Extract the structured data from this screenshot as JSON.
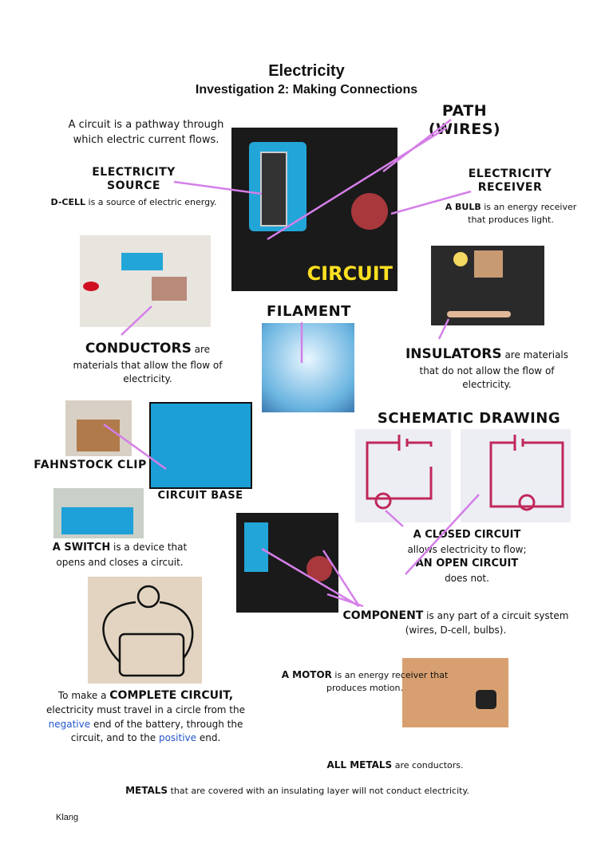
{
  "title": "Electricity",
  "subtitle": "Investigation 2: Making Connections",
  "circuit_def": "A circuit is a pathway through which electric current flows.",
  "source": {
    "label": "ELECTRICITY SOURCE",
    "term": "D-CELL",
    "text": " is a source of electric energy."
  },
  "path_label": "PATH (WIRES)",
  "receiver": {
    "label": "ELECTRICITY RECEIVER",
    "term": "A BULB",
    "text": " is an energy receiver that produces light."
  },
  "circuit_photo_label": "CIRCUIT",
  "filament_label": "FILAMENT",
  "conductors": {
    "term": "CONDUCTORS",
    "text": " are materials that allow the flow of electricity."
  },
  "insulators": {
    "term": "INSULATORS",
    "text": " are materials that do not allow the flow of electricity."
  },
  "schematic_label": "SCHEMATIC DRAWING",
  "fahnstock_label": "FAHNSTOCK CLIP",
  "circuit_base_label": "CIRCUIT BASE",
  "switch": {
    "term": "A SWITCH",
    "text": " is a device that opens and closes a circuit."
  },
  "closed": {
    "term1": "A CLOSED CIRCUIT",
    "text1": "allows electricity to flow;",
    "term2": "AN OPEN CIRCUIT",
    "text2": "does not."
  },
  "component": {
    "term": "COMPONENT",
    "text": " is any part of a circuit system (wires, D-cell, bulbs)."
  },
  "complete": {
    "pre": "To make a ",
    "term": "COMPLETE CIRCUIT,",
    "t1": "electricity must travel in a circle from the ",
    "neg": "negative",
    "t2": " end of the battery, through the circuit, and to the ",
    "pos": "positive",
    "t3": " end."
  },
  "motor": {
    "term": "A MOTOR",
    "text": " is an energy receiver that produces motion."
  },
  "all_metals": {
    "term": "ALL METALS",
    "text": " are conductors."
  },
  "metals": {
    "term": "METALS",
    "text": " that are covered with an insulating layer will not conduct electricity."
  },
  "author": "Klang",
  "colors": {
    "arrow": "#d47ee8",
    "link_blue": "#2255cc",
    "schematic_red": "#c0285a",
    "base_blue": "#1ea0d8"
  }
}
